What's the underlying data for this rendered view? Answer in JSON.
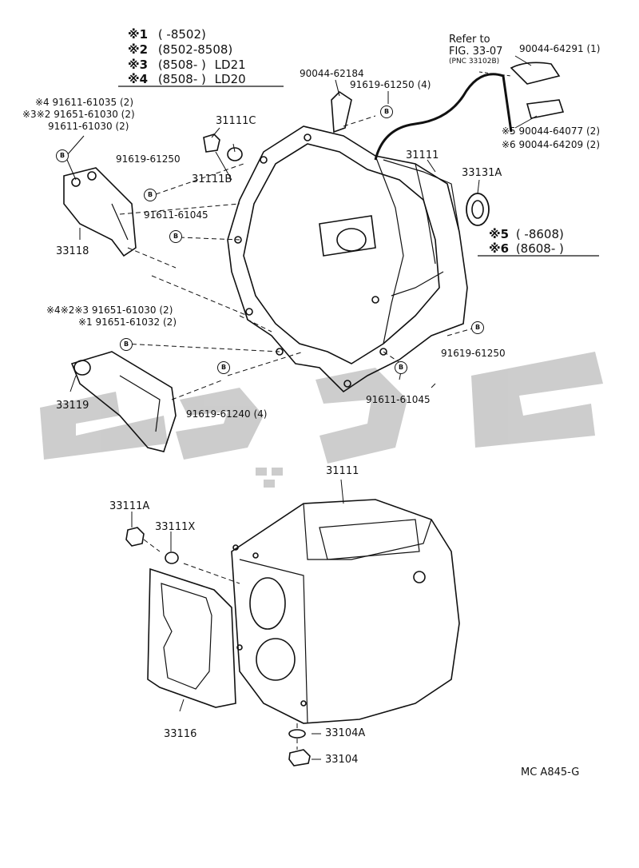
{
  "legend_top": [
    {
      "mark": "※1",
      "range": "(      -8502)",
      "suffix": ""
    },
    {
      "mark": "※2",
      "range": "(8502-8508)",
      "suffix": ""
    },
    {
      "mark": "※3",
      "range": "(8508-      )",
      "suffix": "LD21"
    },
    {
      "mark": "※4",
      "range": "(8508-      )",
      "suffix": "LD20"
    }
  ],
  "legend_mid": [
    {
      "mark": "※5",
      "range": "(      -8608)"
    },
    {
      "mark": "※6",
      "range": "(8608-      )"
    }
  ],
  "refer": {
    "line1": "Refer to",
    "line2": "FIG. 33-07",
    "line3": "(PNC 33102B)"
  },
  "parts": {
    "p_91611_61035": "※4 91611-61035 (2)",
    "p_91651_61030_a": "※3※2 91651-61030 (2)",
    "p_91611_61030": "91611-61030 (2)",
    "p_31111C": "31111C",
    "p_31111B": "31111B",
    "p_90044_62184": "90044-62184",
    "p_91619_61250_4": "91619-61250 (4)",
    "p_90044_64291": "90044-64291 (1)",
    "p_90044_64077": "※5 90044-64077 (2)",
    "p_90044_64209": "※6 90044-64209 (2)",
    "p_91619_61250_a": "91619-61250",
    "p_91611_61045_a": "91611-61045",
    "p_31111_top": "31111",
    "p_33131A": "33131A",
    "p_33118": "33118",
    "p_91651_61030_b": "※4※2※3 91651-61030 (2)",
    "p_91651_61032": "※1 91651-61032 (2)",
    "p_91619_61250_b": "91619-61250",
    "p_33119": "33119",
    "p_91611_61045_b": "91611-61045",
    "p_91619_61240": "91619-61240 (4)",
    "p_31111_bottom": "31111",
    "p_33111A": "33111A",
    "p_33111X": "33111X",
    "p_33116": "33116",
    "p_33104A": "33104A",
    "p_33104": "33104"
  },
  "bolt_mark": "B",
  "diagram_code": "MC A845-G",
  "watermark_color": "#b8b8b8"
}
